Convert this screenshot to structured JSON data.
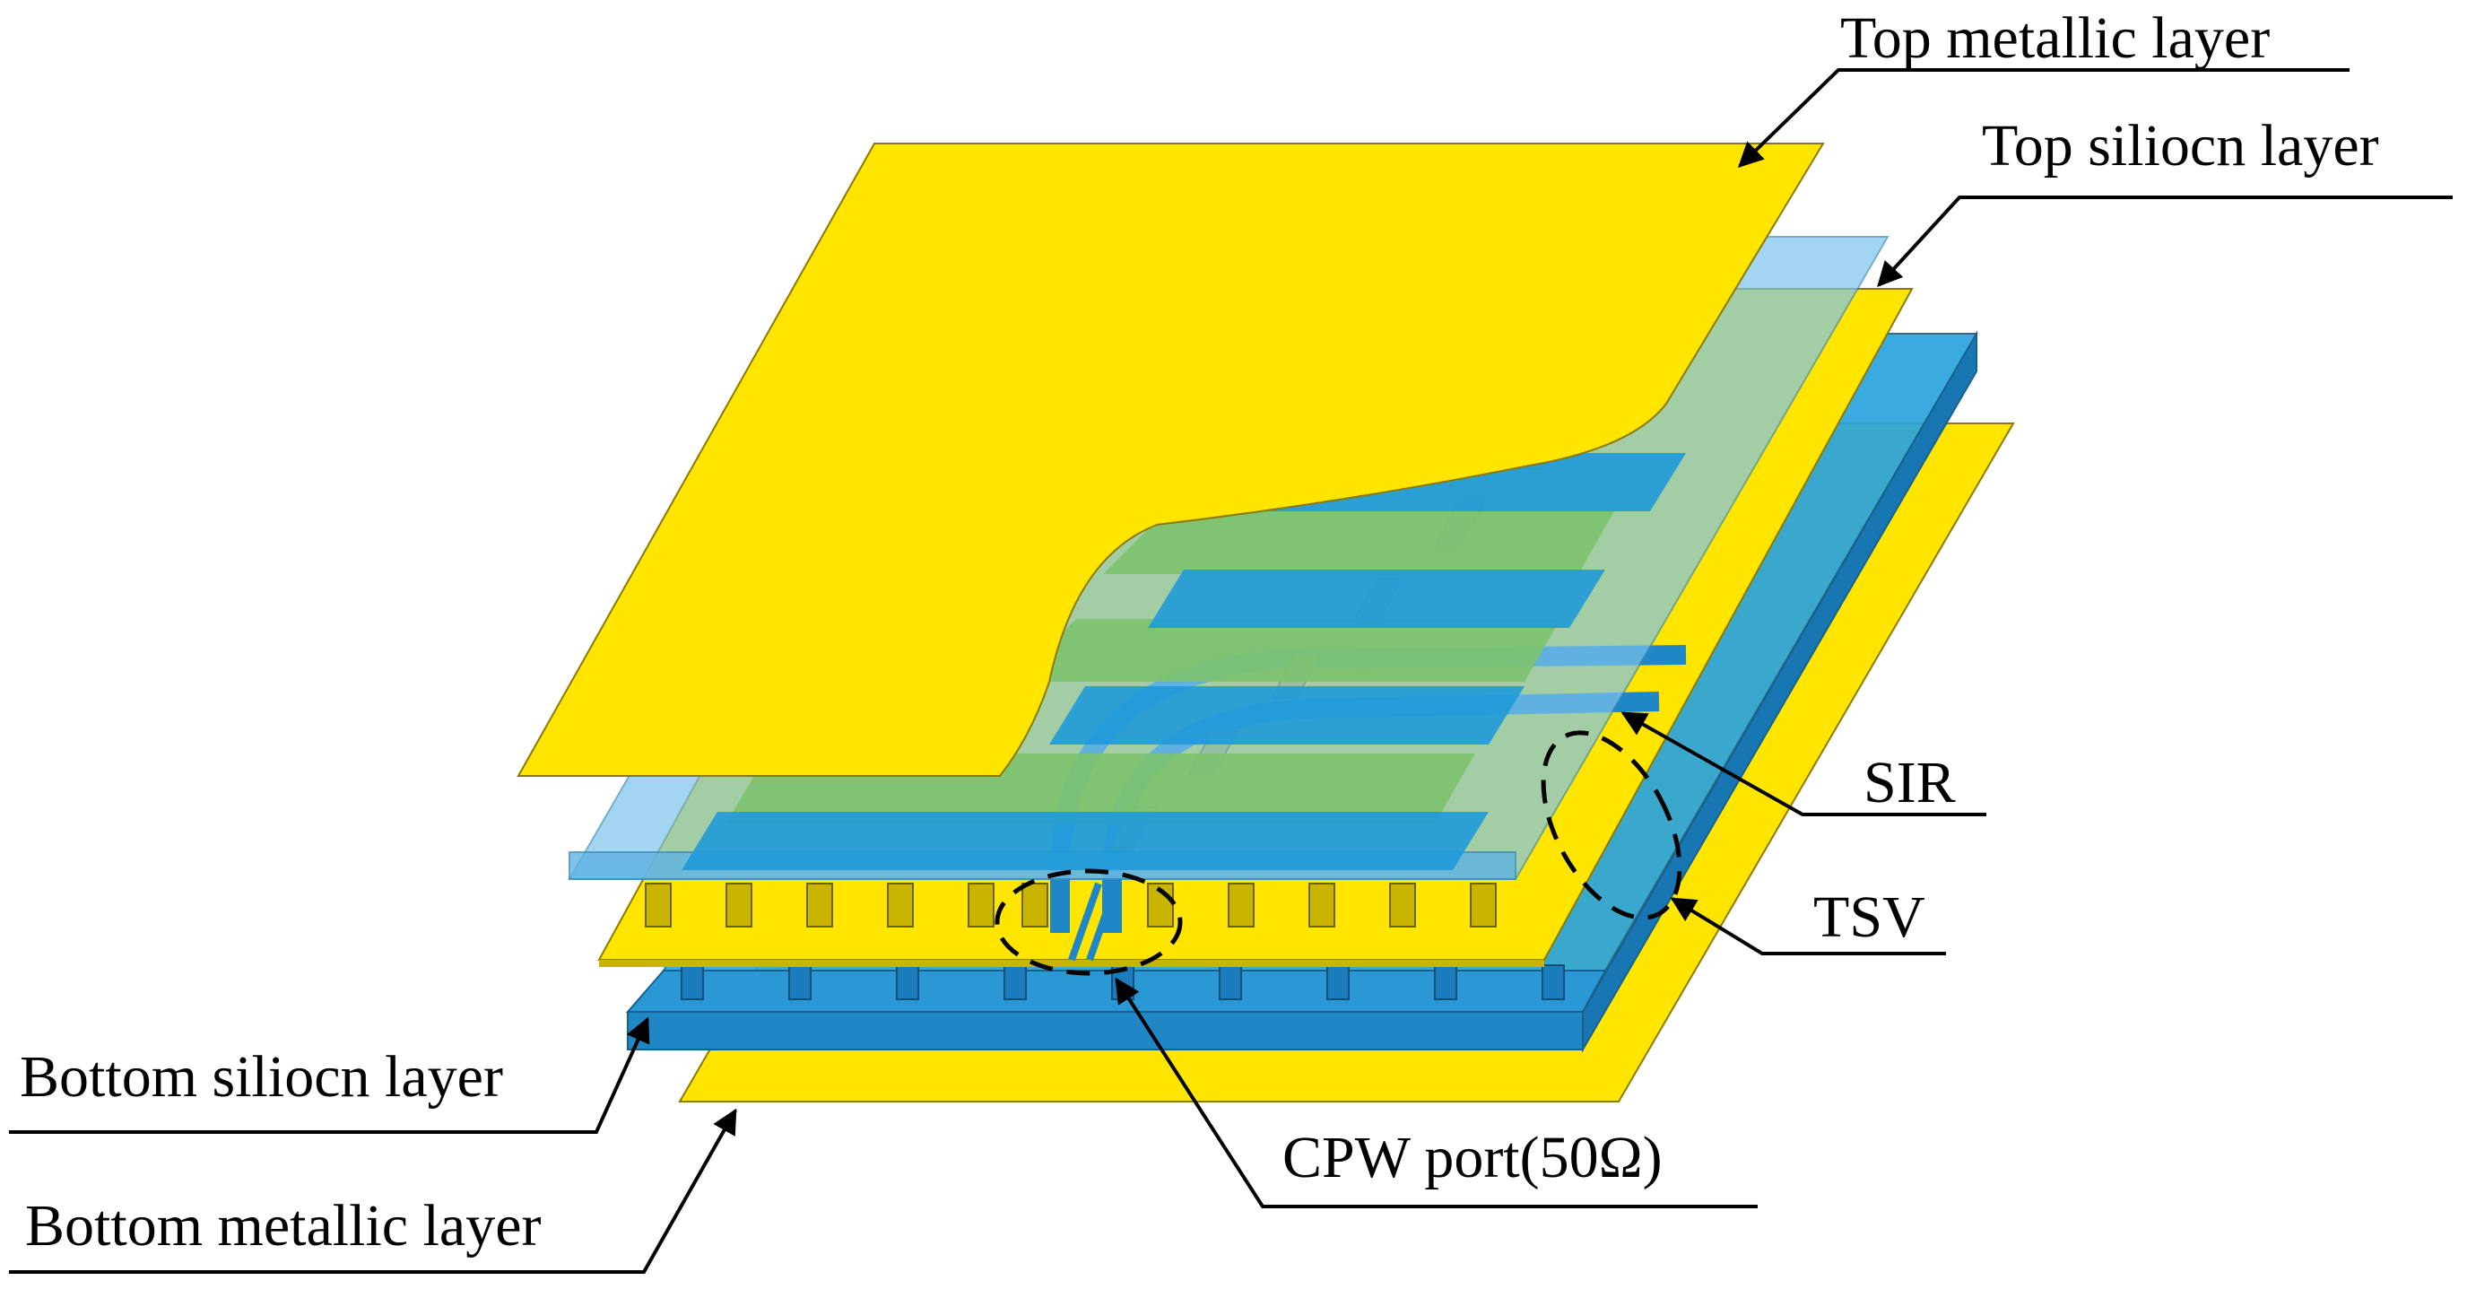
{
  "labels": {
    "top_metallic_layer": "Top metallic layer",
    "top_silicon_layer": "Top siliocn layer",
    "sir": "SIR",
    "tsv": "TSV",
    "bottom_silicon_layer": "Bottom siliocn layer",
    "cpw_port": "CPW port(50Ω)",
    "bottom_metallic_layer": "Bottom metallic layer"
  },
  "colors": {
    "metal": "#ffe500",
    "metal_edge": "#8a7a00",
    "silicon_dark": "#1f87c6",
    "silicon_mid": "#2aa3de",
    "silicon_light": "#7cc4ec",
    "overlap_green": "#7cc36e",
    "via": "#c9b400",
    "line": "#000000"
  },
  "icons": {
    "callout_arrow": "arrow-icon",
    "highlight_ellipse": "dashed-ellipse-icon"
  }
}
